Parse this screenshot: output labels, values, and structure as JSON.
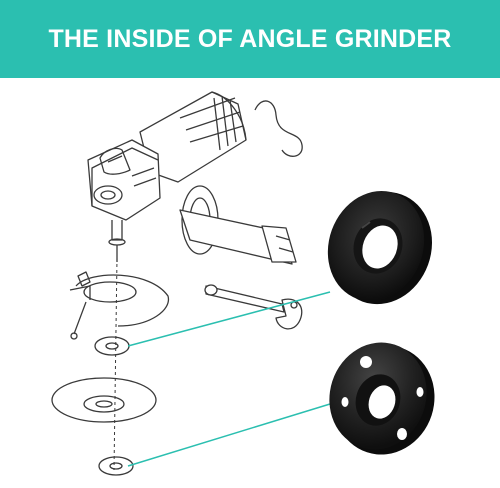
{
  "banner": {
    "title": "THE INSIDE OF ANGLE GRINDER",
    "background_color": "#2bbfb0",
    "text_color": "#ffffff"
  },
  "illustration": {
    "line_color": "#3a3a3a",
    "callout_color": "#2bbfb0",
    "parts_color": "#1e1e1e",
    "parts": [
      "angle-grinder-body",
      "side-handle",
      "wheel-guard",
      "spanner-wrench",
      "inner-flange",
      "grinding-disc",
      "outer-lock-nut",
      "outer-flange-nut-photo",
      "inner-flange-photo"
    ]
  }
}
